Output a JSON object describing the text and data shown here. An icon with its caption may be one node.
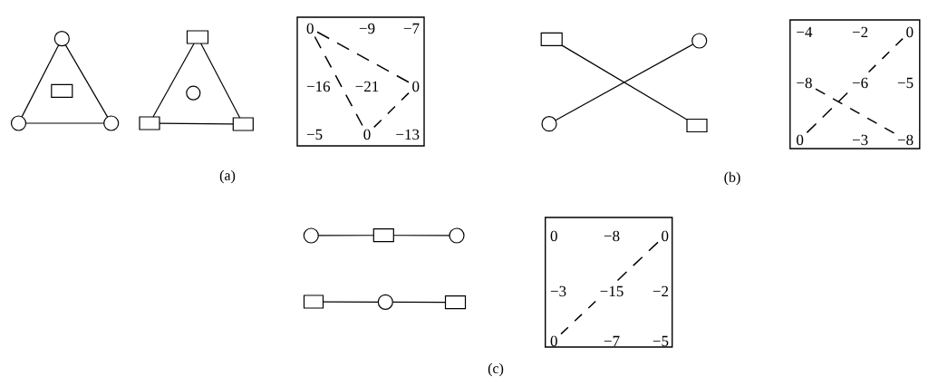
{
  "diagram": {
    "nodes": [
      {
        "text": [],
        "shape": "circle"
      },
      {
        "text": [],
        "shape": "box"
      },
      {
        "text": [],
        "shape": "circle"
      },
      {
        "text": [],
        "shape": "circle"
      },
      {
        "text": [],
        "shape": "box"
      },
      {
        "text": [],
        "shape": "circle"
      },
      {
        "text": [],
        "shape": "box"
      },
      {
        "text": [],
        "shape": "box"
      },
      {
        "text": [],
        "shape": "box"
      },
      {
        "text": [
          "0"
        ],
        "in": 8
      },
      {
        "text": [
          "−9"
        ],
        "in": 8
      },
      {
        "text": [
          "−7"
        ],
        "in": 8
      },
      {
        "text": [
          "−16"
        ],
        "in": 8
      },
      {
        "text": [
          "−21"
        ],
        "in": 8
      },
      {
        "text": [
          "0"
        ],
        "in": 8
      },
      {
        "text": [
          "−5"
        ],
        "in": 8
      },
      {
        "text": [
          "0"
        ],
        "in": 8
      },
      {
        "text": [
          "−13"
        ],
        "in": 8
      },
      {
        "text": [],
        "shape": "box"
      },
      {
        "text": [],
        "shape": "circle"
      },
      {
        "text": [],
        "shape": "circle"
      },
      {
        "text": [],
        "shape": "box"
      },
      {
        "text": [],
        "shape": "box"
      },
      {
        "text": [
          "−4"
        ],
        "in": 22
      },
      {
        "text": [
          "−2"
        ],
        "in": 22
      },
      {
        "text": [
          "0"
        ],
        "in": 22
      },
      {
        "text": [
          "−8"
        ],
        "in": 22
      },
      {
        "text": [
          "−6"
        ],
        "in": 22
      },
      {
        "text": [
          "−5"
        ],
        "in": 22
      },
      {
        "text": [
          "0"
        ],
        "in": 22
      },
      {
        "text": [
          "−3"
        ],
        "in": 22
      },
      {
        "text": [
          "−8"
        ],
        "in": 22
      },
      {
        "text": [],
        "shape": "circle"
      },
      {
        "text": [],
        "shape": "box"
      },
      {
        "text": [],
        "shape": "circle"
      },
      {
        "text": [],
        "shape": "box"
      },
      {
        "text": [],
        "shape": "circle"
      },
      {
        "text": [],
        "shape": "box"
      },
      {
        "text": [],
        "shape": "box"
      },
      {
        "text": [
          "0"
        ],
        "in": 38
      },
      {
        "text": [
          "−8"
        ],
        "in": 38
      },
      {
        "text": [
          "0"
        ],
        "in": 38
      },
      {
        "text": [
          "−3"
        ],
        "in": 38
      },
      {
        "text": [
          "−15"
        ],
        "in": 38
      },
      {
        "text": [
          "−2"
        ],
        "in": 38
      },
      {
        "text": [
          "0"
        ],
        "in": 38
      },
      {
        "text": [
          "−7"
        ],
        "in": 38
      },
      {
        "text": [
          "−5"
        ],
        "in": 38
      }
    ],
    "edges": [
      {
        "from": 0,
        "to": 2,
        "arrow": "none"
      },
      {
        "from": 0,
        "to": 3,
        "arrow": "none"
      },
      {
        "from": 2,
        "to": 3,
        "arrow": "none"
      },
      {
        "from": 4,
        "to": 6,
        "arrow": "none"
      },
      {
        "from": 4,
        "to": 7,
        "arrow": "none"
      },
      {
        "from": 6,
        "to": 7,
        "arrow": "none"
      },
      {
        "from": 9,
        "to": 14,
        "arrow": "none",
        "style": "dashed"
      },
      {
        "from": 14,
        "to": 16,
        "arrow": "none",
        "style": "dashed"
      },
      {
        "from": 9,
        "to": 16,
        "arrow": "none",
        "style": "dashed"
      },
      {
        "from": 18,
        "to": 21,
        "arrow": "none"
      },
      {
        "from": 20,
        "to": 19,
        "arrow": "none"
      },
      {
        "from": 29,
        "to": 25,
        "arrow": "none",
        "style": "dashed"
      },
      {
        "from": 26,
        "to": 31,
        "arrow": "none",
        "style": "dashed"
      },
      {
        "from": 32,
        "to": 33,
        "arrow": "none"
      },
      {
        "from": 33,
        "to": 34,
        "arrow": "none"
      },
      {
        "from": 35,
        "to": 36,
        "arrow": "none"
      },
      {
        "from": 36,
        "to": 37,
        "arrow": "none"
      },
      {
        "from": 45,
        "to": 41,
        "arrow": "none",
        "style": "dashed"
      }
    ],
    "labels": [
      "(a)",
      "(b)",
      "(c)"
    ]
  }
}
